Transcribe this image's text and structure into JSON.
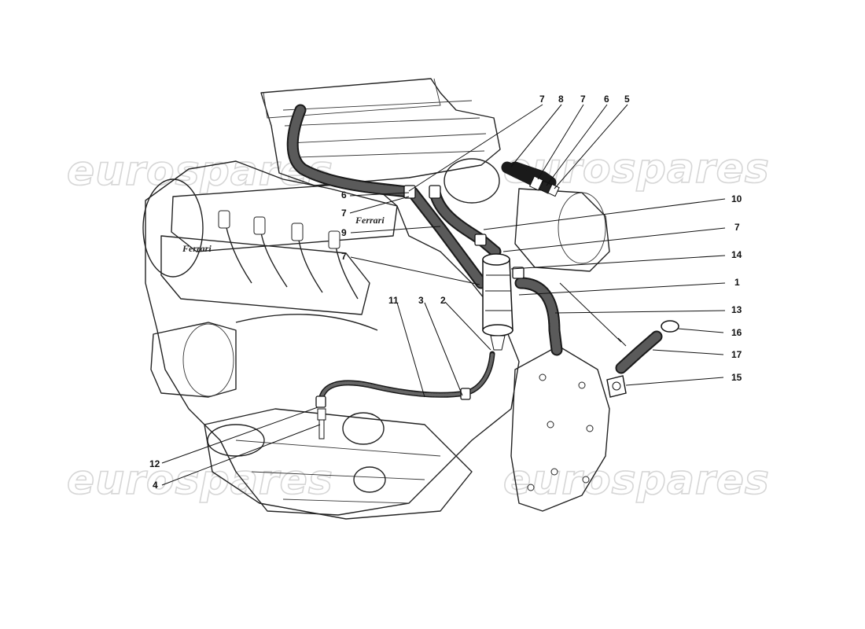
{
  "watermark": {
    "text": "eurospares"
  },
  "engine_badge": {
    "text": "Ferrari"
  },
  "callouts": [
    {
      "id": "c1",
      "label": "1"
    },
    {
      "id": "c2",
      "label": "2"
    },
    {
      "id": "c3",
      "label": "3"
    },
    {
      "id": "c4",
      "label": "4"
    },
    {
      "id": "c5",
      "label": "5"
    },
    {
      "id": "c6a",
      "label": "6"
    },
    {
      "id": "c6b",
      "label": "6"
    },
    {
      "id": "c7a",
      "label": "7"
    },
    {
      "id": "c7b",
      "label": "7"
    },
    {
      "id": "c7c",
      "label": "7"
    },
    {
      "id": "c7d",
      "label": "7"
    },
    {
      "id": "c7e",
      "label": "7"
    },
    {
      "id": "c8",
      "label": "8"
    },
    {
      "id": "c9",
      "label": "9"
    },
    {
      "id": "c10",
      "label": "10"
    },
    {
      "id": "c11",
      "label": "11"
    },
    {
      "id": "c12",
      "label": "12"
    },
    {
      "id": "c13",
      "label": "13"
    },
    {
      "id": "c14",
      "label": "14"
    },
    {
      "id": "c15",
      "label": "15"
    },
    {
      "id": "c16",
      "label": "16"
    },
    {
      "id": "c17",
      "label": "17"
    }
  ]
}
